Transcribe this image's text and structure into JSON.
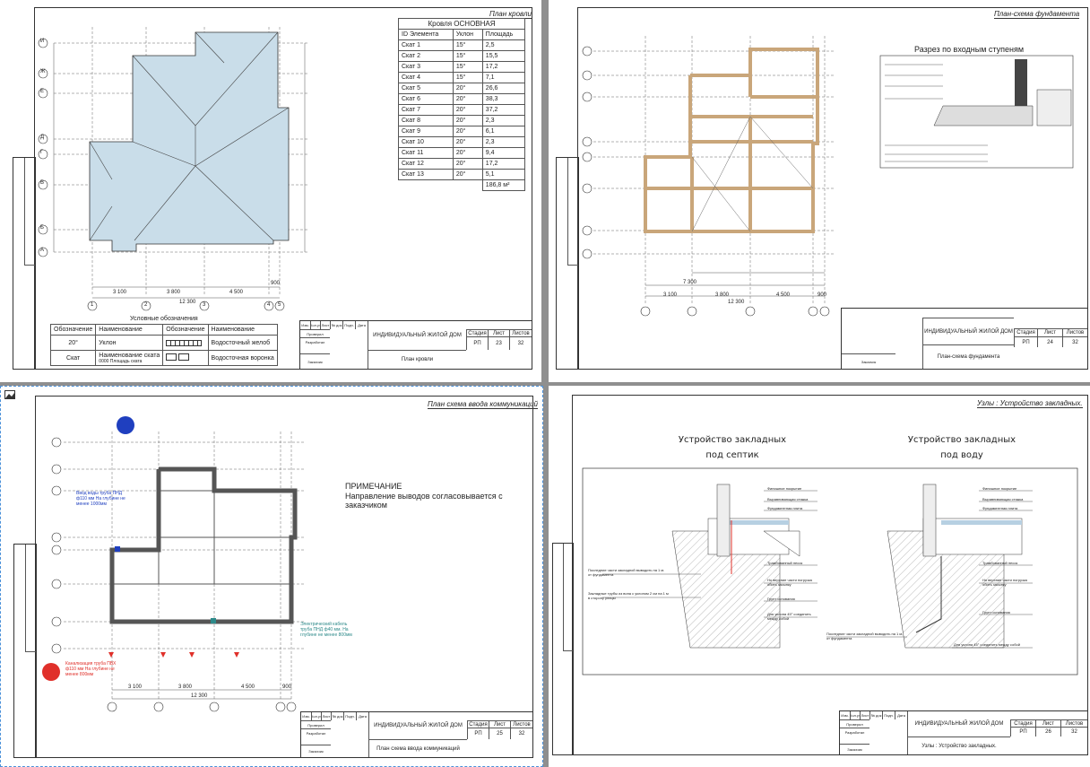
{
  "sheets": {
    "roof": {
      "title": "План кровли",
      "table_title": "Кровля ОСНОВНАЯ",
      "table_headers": [
        "ID Элемента",
        "Уклон",
        "Площадь"
      ],
      "rows": [
        {
          "id": "Скат 1",
          "slope": "15°",
          "area": "2,5"
        },
        {
          "id": "Скат 2",
          "slope": "15°",
          "area": "15,5"
        },
        {
          "id": "Скат 3",
          "slope": "15°",
          "area": "17,2"
        },
        {
          "id": "Скат 4",
          "slope": "15°",
          "area": "7,1"
        },
        {
          "id": "Скат 5",
          "slope": "20°",
          "area": "26,6"
        },
        {
          "id": "Скат 6",
          "slope": "20°",
          "area": "38,3"
        },
        {
          "id": "Скат 7",
          "slope": "20°",
          "area": "37,2"
        },
        {
          "id": "Скат 8",
          "slope": "20°",
          "area": "2,3"
        },
        {
          "id": "Скат 9",
          "slope": "20°",
          "area": "6,1"
        },
        {
          "id": "Скат 10",
          "slope": "20°",
          "area": "2,3"
        },
        {
          "id": "Скат 11",
          "slope": "20°",
          "area": "9,4"
        },
        {
          "id": "Скат 12",
          "slope": "20°",
          "area": "17,2"
        },
        {
          "id": "Скат 13",
          "slope": "20°",
          "area": "5,1"
        }
      ],
      "total": "186,8 м²",
      "legend_title": "Условные обозначения",
      "legend_headers": [
        "Обозначение",
        "Наименование",
        "Обозначение",
        "Наименование"
      ],
      "legend_rows": [
        {
          "sym1": "20°",
          "name1": "Уклон",
          "name2": "Водосточный желоб"
        },
        {
          "sym1": "Скат",
          "name1": "Наименование ската",
          "sub1": "0000 Площадь ската",
          "name2": "Водосточная воронка"
        }
      ],
      "dims_bottom": [
        "3 100",
        "3 800",
        "4 500",
        "900"
      ],
      "dims_total": "12 300",
      "grid_h": [
        "И",
        "Ж",
        "Е",
        "Д",
        "Г",
        "В",
        "Б",
        "А"
      ],
      "grid_v": [
        "1",
        "2",
        "3",
        "4",
        "5"
      ],
      "stamp": {
        "project": "ИНДИВИДУАЛЬНЫЙ ЖИЛОЙ ДОМ",
        "sheet_name": "План кровли",
        "stage": "РП",
        "sheet": "23",
        "sheets": "32"
      }
    },
    "foundation": {
      "title": "План-схема фундамента",
      "section_title": "Разрез по входным ступеням",
      "dims_bottom": [
        "3 100",
        "3 800",
        "4 500",
        "900"
      ],
      "dims_total": "12 300",
      "dims_top": "7 300",
      "stamp": {
        "project": "ИНДИВИДУАЛЬНЫЙ ЖИЛОЙ ДОМ",
        "sheet_name": "План-схема фундамента",
        "stage": "РП",
        "sheet": "24",
        "sheets": "32"
      }
    },
    "utilities": {
      "title": "План схема ввода коммуникаций",
      "note_title": "ПРИМЕЧАНИЕ",
      "note_text": "Направление выводов согласовывается с заказчиком",
      "water_label": "Ввод воды труба ПНД ф110 мм На глубине не менее 1000мм",
      "sewer_label": "Канализация труба ПВХ ф110 мм На глубине не менее 800мм",
      "cable_label": "Электрический кабель труба ПНД ф40 мм. На глубине не менее 800мм",
      "dims_bottom": [
        "3 100",
        "3 800",
        "4 500",
        "900"
      ],
      "dims_total": "12 300",
      "stamp": {
        "project": "ИНДИВИДУАЛЬНЫЙ ЖИЛОЙ ДОМ",
        "sheet_name": "План схема ввода коммуникаций",
        "stage": "РП",
        "sheet": "25",
        "sheets": "32"
      }
    },
    "nodes": {
      "title": "Узлы : Устройство закладных.",
      "left_title_1": "Устройство закладных",
      "left_title_2": "под септик",
      "right_title_1": "Устройство закладных",
      "right_title_2": "под воду",
      "callouts_left": [
        "Финишное покрытие",
        "Выравнивающая стяжка",
        "Фундаментная плита",
        "Трамбованный песок",
        "Но верхние части погрузка обить засыпку",
        "Грунт основания",
        "Для уклона 45° соединить между собой"
      ],
      "callouts_left_bottom": [
        "Последние части закладной выводить на 1 м. от фундамента",
        "Закладные трубы из вона с уклоном 2 см на 1 м в сторону улицы"
      ],
      "callouts_right": [
        "Финишное покрытие",
        "Выравнивающая стяжка",
        "Фундаментная плита",
        "Трамбованный песок",
        "Но верхние части погрузка обить засыпку",
        "Грунт основания"
      ],
      "callouts_right_bottom": [
        "Последние части закладной выводить на 1 м. от фундамента",
        "Для уклона 45° соединить между собой"
      ],
      "stamp": {
        "project": "ИНДИВИДУАЛЬНЫЙ ЖИЛОЙ ДОМ",
        "sheet_name": "Узлы : Устройство закладных.",
        "stage": "РП",
        "sheet": "26",
        "sheets": "32"
      }
    }
  },
  "stamp_headers": {
    "stage": "Стадия",
    "sheet": "Лист",
    "sheets": "Листов"
  },
  "stamp_left": [
    "Изм.",
    "Кол.уч",
    "Лист",
    "№ док",
    "Подп.",
    "Дата"
  ],
  "stamp_roles": [
    "Проверил",
    "Разработал",
    "",
    "Заказчик"
  ],
  "colors": {
    "roof_fill": "#c9dde9",
    "foundation": "#c9a67a",
    "water": "#1f3fbf",
    "sewer": "#e0302a",
    "cable": "#2d8a8a"
  }
}
